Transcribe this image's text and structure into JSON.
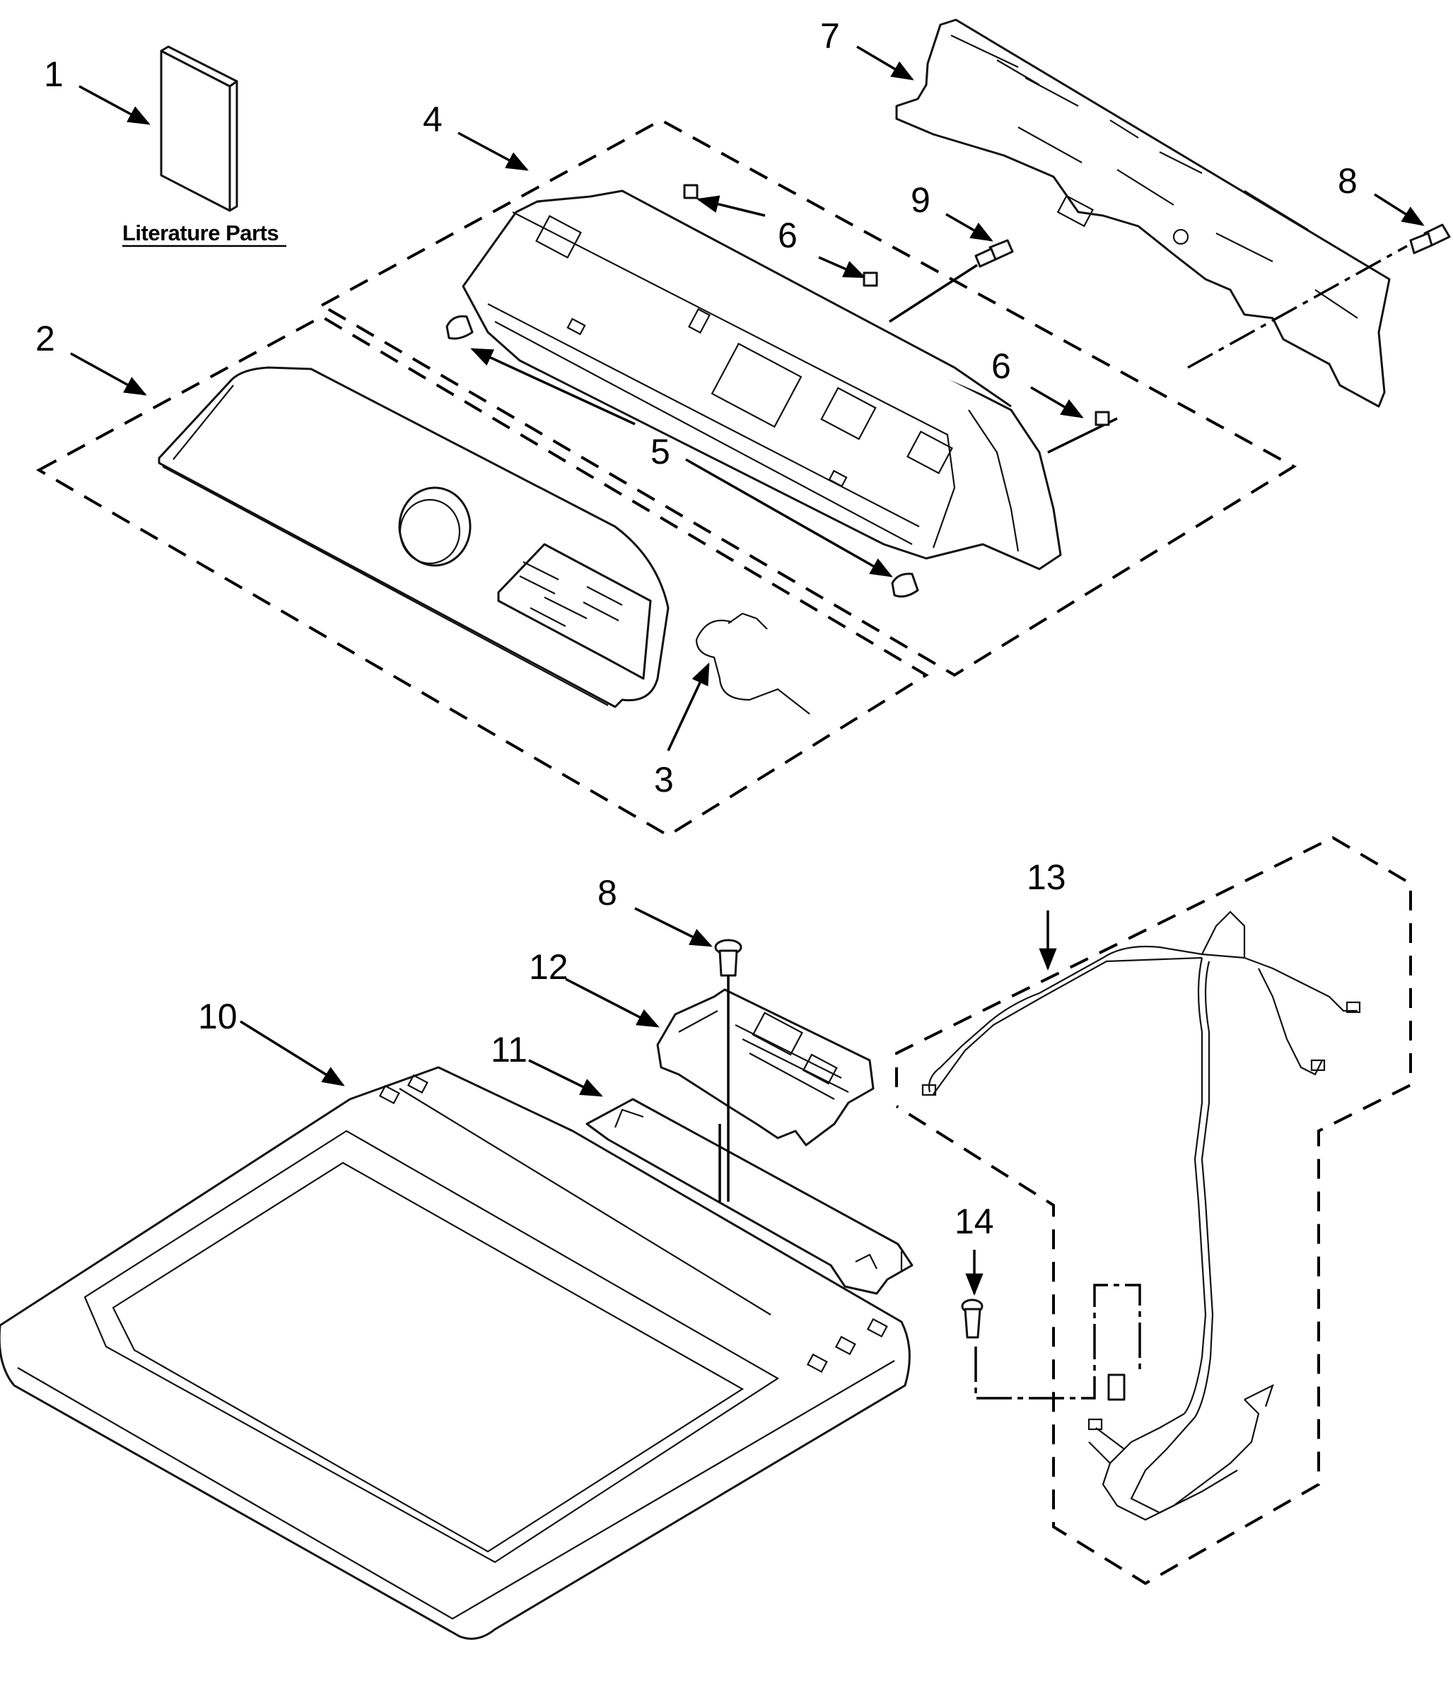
{
  "literature_label": "Literature Parts",
  "callouts": {
    "c1": "1",
    "c2": "2",
    "c3": "3",
    "c4": "4",
    "c5": "5",
    "c6a": "6",
    "c6b": "6",
    "c7": "7",
    "c8a": "8",
    "c8b": "8",
    "c9": "9",
    "c10": "10",
    "c11": "11",
    "c12": "12",
    "c13": "13",
    "c14": "14"
  }
}
